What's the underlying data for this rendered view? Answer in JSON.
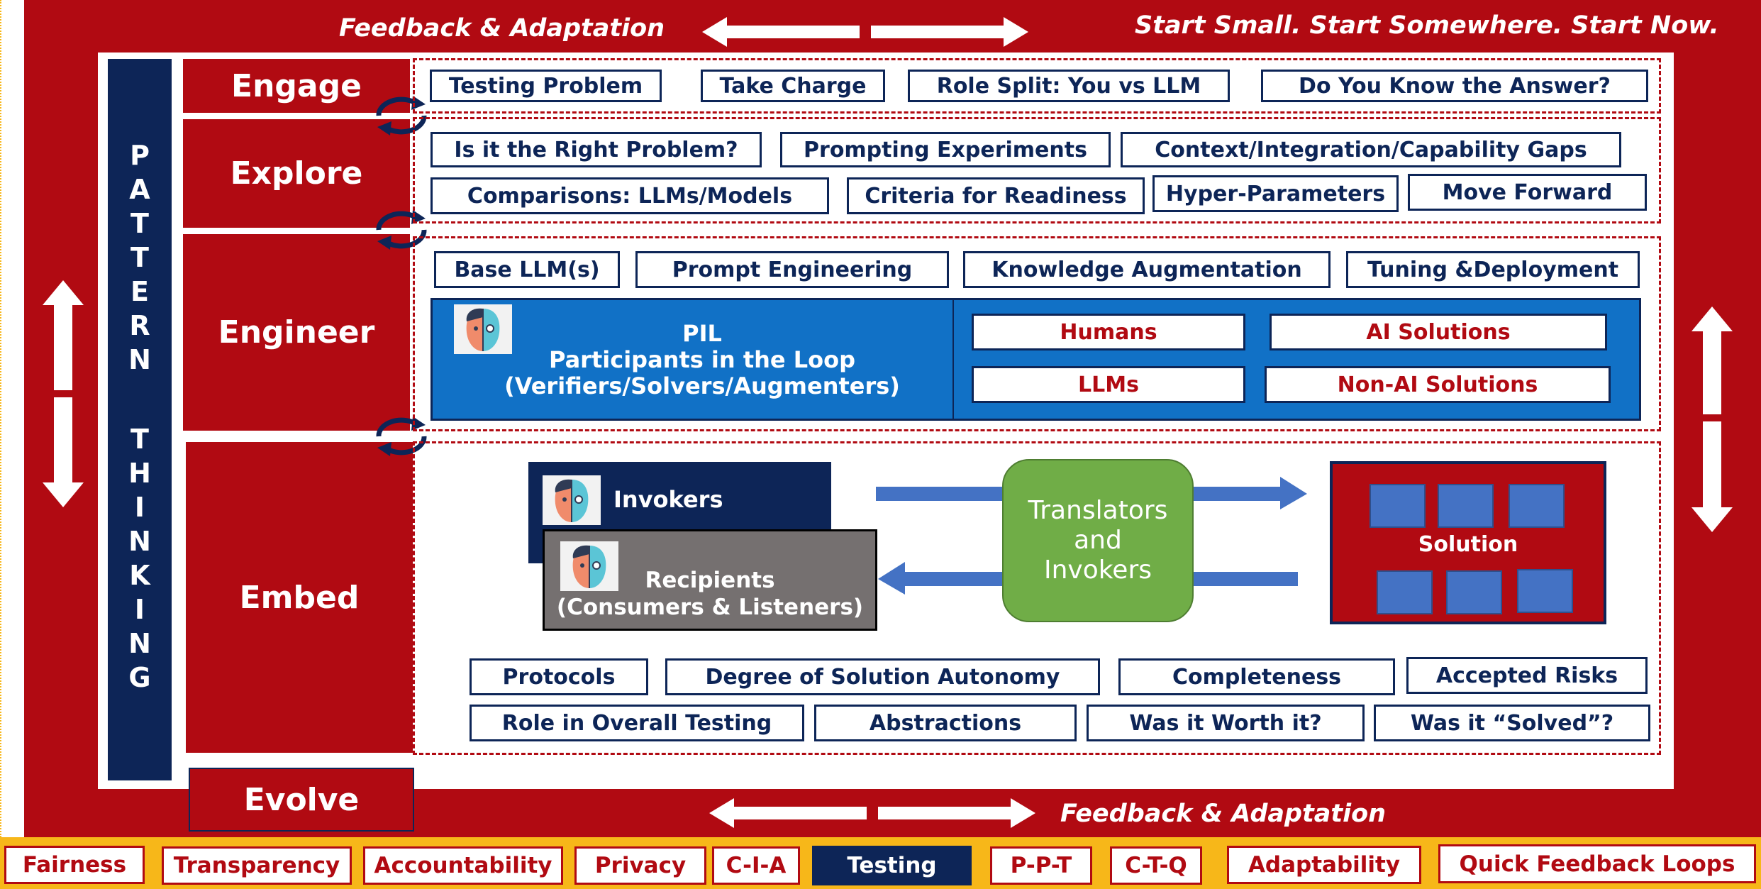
{
  "header": {
    "feedback_label": "Feedback & Adaptation",
    "slogan": "Start Small. Start Somewhere. Start Now."
  },
  "side_label": {
    "word1": [
      "P",
      "A",
      "T",
      "T",
      "E",
      "R",
      "N"
    ],
    "word2": [
      "T",
      "H",
      "I",
      "N",
      "K",
      "I",
      "N",
      "G"
    ]
  },
  "stages": {
    "engage": "Engage",
    "explore": "Explore",
    "engineer": "Engineer",
    "embed": "Embed",
    "evolve": "Evolve"
  },
  "engage_items": [
    "Testing Problem",
    "Take Charge",
    "Role Split: You vs LLM",
    "Do You Know the Answer?"
  ],
  "explore_items_row1": [
    "Is it the Right Problem?",
    "Prompting Experiments",
    "Context/Integration/Capability Gaps"
  ],
  "explore_items_row2": [
    "Comparisons: LLMs/Models",
    "Criteria for Readiness",
    "Hyper-Parameters",
    "Move Forward"
  ],
  "engineer_items": [
    "Base LLM(s)",
    "Prompt Engineering",
    "Knowledge Augmentation",
    "Tuning &Deployment"
  ],
  "pil": {
    "title": "PIL",
    "subtitle": "Participants in the Loop",
    "roles": "(Verifiers/Solvers/Augmenters)",
    "participants": [
      "Humans",
      "AI Solutions",
      "LLMs",
      "Non-AI Solutions"
    ]
  },
  "embed": {
    "invokers": "Invokers",
    "recipients_line1": "Recipients",
    "recipients_line2": "(Consumers & Listeners)",
    "translators_line1": "Translators",
    "translators_line2": "and",
    "translators_line3": "Invokers",
    "solution": "Solution",
    "items_row1": [
      "Protocols",
      "Degree of Solution Autonomy",
      "Completeness",
      "Accepted Risks"
    ],
    "items_row2": [
      "Role in Overall Testing",
      "Abstractions",
      "Was it Worth it?",
      "Was it “Solved”?"
    ]
  },
  "footer_feedback": "Feedback & Adaptation",
  "principles": [
    "Fairness",
    "Transparency",
    "Accountability",
    "Privacy",
    "C-I-A",
    "Testing",
    "P-P-T",
    "C-T-Q",
    "Adaptability",
    "Quick Feedback Loops"
  ],
  "selected_principle": "Testing",
  "colors": {
    "brand_red": "#b10a12",
    "navy": "#0d2557",
    "blue": "#1171c6",
    "green": "#70ad47",
    "gold": "#f7b719"
  }
}
